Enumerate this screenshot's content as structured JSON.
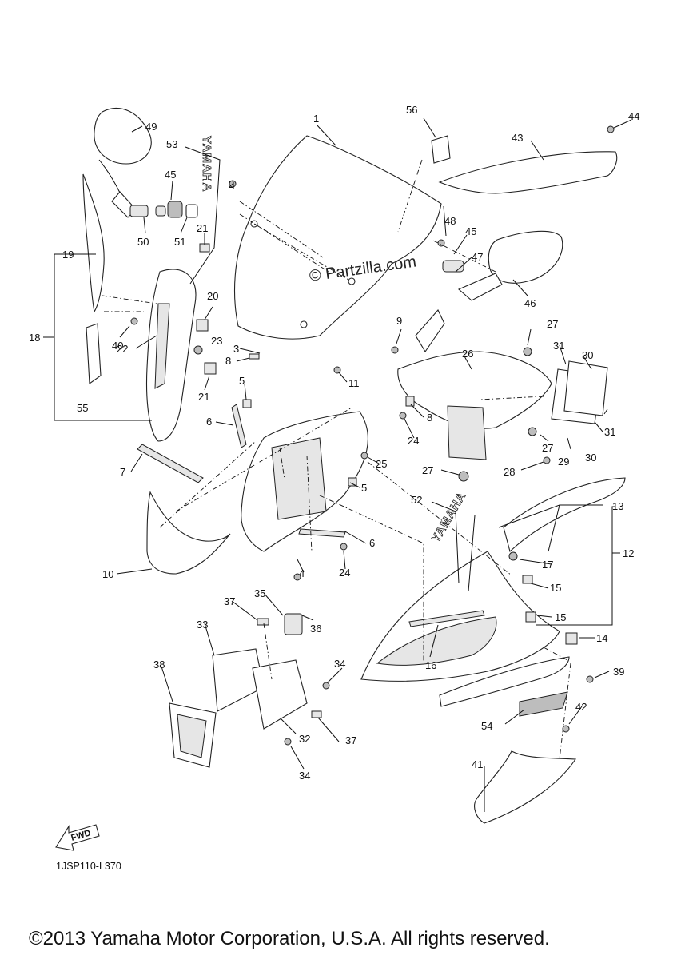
{
  "diagram": {
    "callouts": [
      "1",
      "2",
      "3",
      "4",
      "5",
      "5",
      "6",
      "6",
      "7",
      "8",
      "8",
      "9",
      "10",
      "11",
      "12",
      "13",
      "14",
      "15",
      "15",
      "16",
      "17",
      "18",
      "19",
      "20",
      "21",
      "21",
      "22",
      "23",
      "24",
      "24",
      "25",
      "26",
      "27",
      "27",
      "27",
      "28",
      "29",
      "30",
      "30",
      "31",
      "31",
      "32",
      "33",
      "34",
      "34",
      "35",
      "36",
      "37",
      "37",
      "38",
      "39",
      "40",
      "41",
      "42",
      "43",
      "44",
      "45",
      "45",
      "46",
      "47",
      "48",
      "49",
      "50",
      "51",
      "52",
      "53",
      "54",
      "55",
      "56"
    ],
    "brand_labels": [
      "YAMAHA",
      "YAMAHA"
    ],
    "watermark": "© Partzilla.com",
    "fwd_label": "FWD",
    "diagram_code": "1JSP110-L370",
    "copyright": "©2013 Yamaha Motor Corporation, U.S.A. All rights reserved."
  }
}
